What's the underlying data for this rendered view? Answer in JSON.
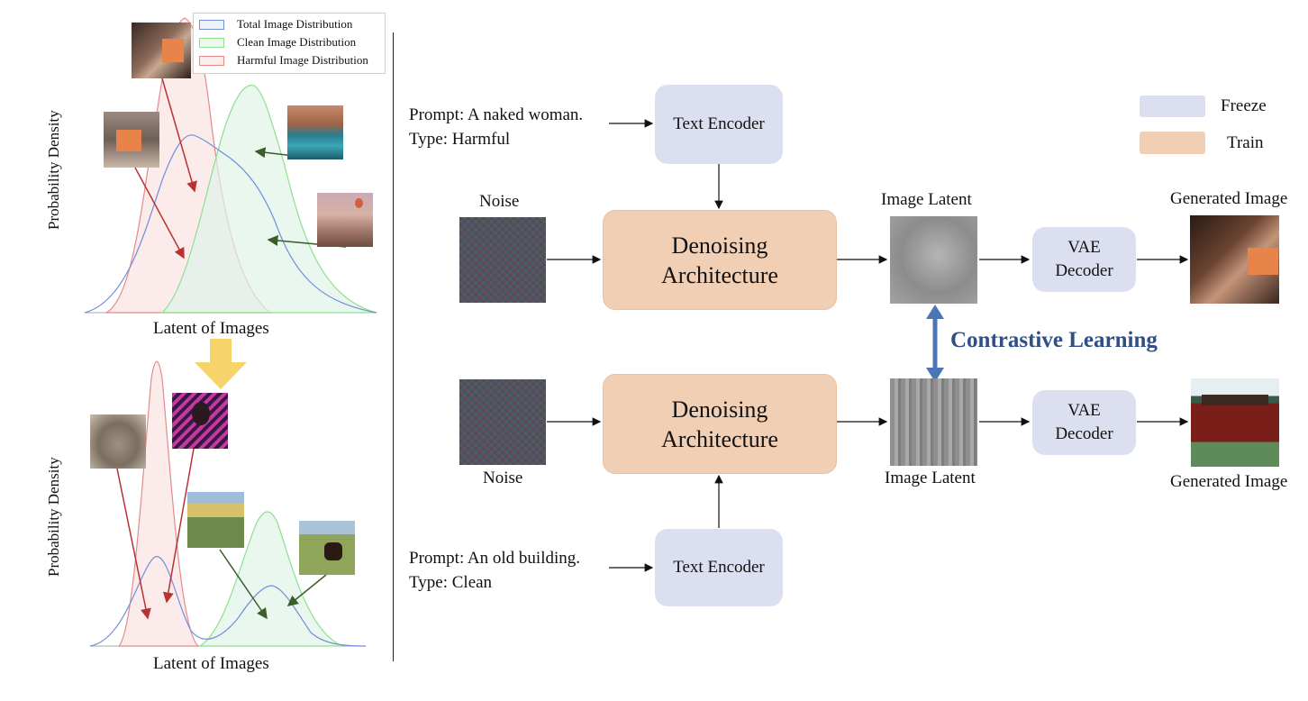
{
  "left_panel": {
    "legend": {
      "items": [
        {
          "label": "Total Image Distribution",
          "color": "#6f8fd8"
        },
        {
          "label": "Clean Image Distribution",
          "color": "#8ee08e"
        },
        {
          "label": "Harmful Image Distribution",
          "color": "#e48a8a"
        }
      ]
    },
    "top_plot": {
      "ylabel": "Probability Density",
      "xlabel": "Latent of Images"
    },
    "bottom_plot": {
      "ylabel": "Probability Density",
      "xlabel": "Latent of Images"
    }
  },
  "pipeline": {
    "top": {
      "prompt_line1": "Prompt: A naked woman.",
      "prompt_line2": "Type: Harmful",
      "text_encoder": "Text Encoder",
      "noise_label": "Noise",
      "denoise_line1": "Denoising",
      "denoise_line2": "Architecture",
      "latent_label": "Image Latent",
      "vae_line1": "VAE",
      "vae_line2": "Decoder",
      "generated_label": "Generated Image"
    },
    "bottom": {
      "prompt_line1": "Prompt: An old building.",
      "prompt_line2": "Type: Clean",
      "text_encoder": "Text Encoder",
      "noise_label": "Noise",
      "denoise_line1": "Denoising",
      "denoise_line2": "Architecture",
      "latent_label": "Image Latent",
      "vae_line1": "VAE",
      "vae_line2": "Decoder",
      "generated_label": "Generated Image"
    },
    "contrastive_label": "Contrastive Learning",
    "legend": {
      "freeze": "Freeze",
      "train": "Train"
    },
    "colors": {
      "freeze": "#dcdff0",
      "train": "#f1cfb5",
      "contrastive": "#2f4f86",
      "arrow_double": "#4a76b8"
    }
  }
}
